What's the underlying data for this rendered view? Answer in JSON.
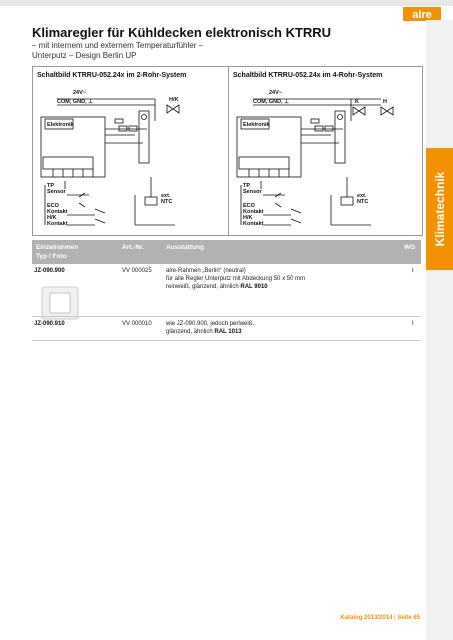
{
  "brand": {
    "logo_text": "alre",
    "accent_color": "#f39200"
  },
  "side_tab": {
    "label": "Klimatechnik"
  },
  "header": {
    "title": "Klimaregler für Kühldecken elektronisch KTRRU",
    "subtitle_1": "– mit internem und externem Temperaturfühler –",
    "subtitle_2": "Unterputz – Design Berlin UP"
  },
  "schemas": [
    {
      "title": "Schaltbild KTRRU-052.24x im 2-Rohr-System",
      "labels": {
        "supply": "24V~",
        "supply_lines": "COM, GND, ⊥",
        "controller": "Elektronik",
        "valve": "H/K",
        "sensor_1": "TP",
        "sensor_2": "Sensor",
        "eco_1": "ECO",
        "eco_2": "Kontakt",
        "hk_1": "H/K",
        "hk_2": "Kontakt",
        "ntc_1": "ext.",
        "ntc_2": "NTC"
      }
    },
    {
      "title": "Schaltbild KTRRU-052.24x im 4-Rohr-System",
      "labels": {
        "supply": "24V~",
        "supply_lines": "COM, GND, ⊥",
        "controller": "Elektronik",
        "valve_k": "K",
        "valve_h": "H",
        "sensor_1": "TP",
        "sensor_2": "Sensor",
        "eco_1": "ECO",
        "eco_2": "Kontakt",
        "hk_1": "H/K",
        "hk_2": "Kontakt",
        "ntc_1": "ext.",
        "ntc_2": "NTC"
      }
    }
  ],
  "table": {
    "headers": {
      "col1_line1": "Einzelrahmen",
      "col1_line2": "Typ / Foto",
      "col2": "Art.-Nr.",
      "col3": "Ausstattung",
      "col4": "WG"
    },
    "rows": [
      {
        "type": "JZ-090.900",
        "art_nr": "VV 000025",
        "desc_1": "alre-Rahmen „Berlin“ (neutral)",
        "desc_2": "für alle Regler Unterputz mit Abdeckung 50 x 50 mm",
        "desc_3_prefix": "reinweiß, glänzend, ähnlich ",
        "desc_3_ral": "RAL 9010",
        "wg": "I"
      },
      {
        "type": "JZ-090.910",
        "art_nr": "VV 000010",
        "desc_1": "wie JZ-090.900, jedoch perlweiß,",
        "desc_2_prefix": "glänzend, ähnlich ",
        "desc_2_ral": "RAL 1013",
        "wg": "I"
      }
    ]
  },
  "footer": {
    "catalog": "Katalog 2013/2014",
    "separator": " | ",
    "page": "Seite 65"
  }
}
